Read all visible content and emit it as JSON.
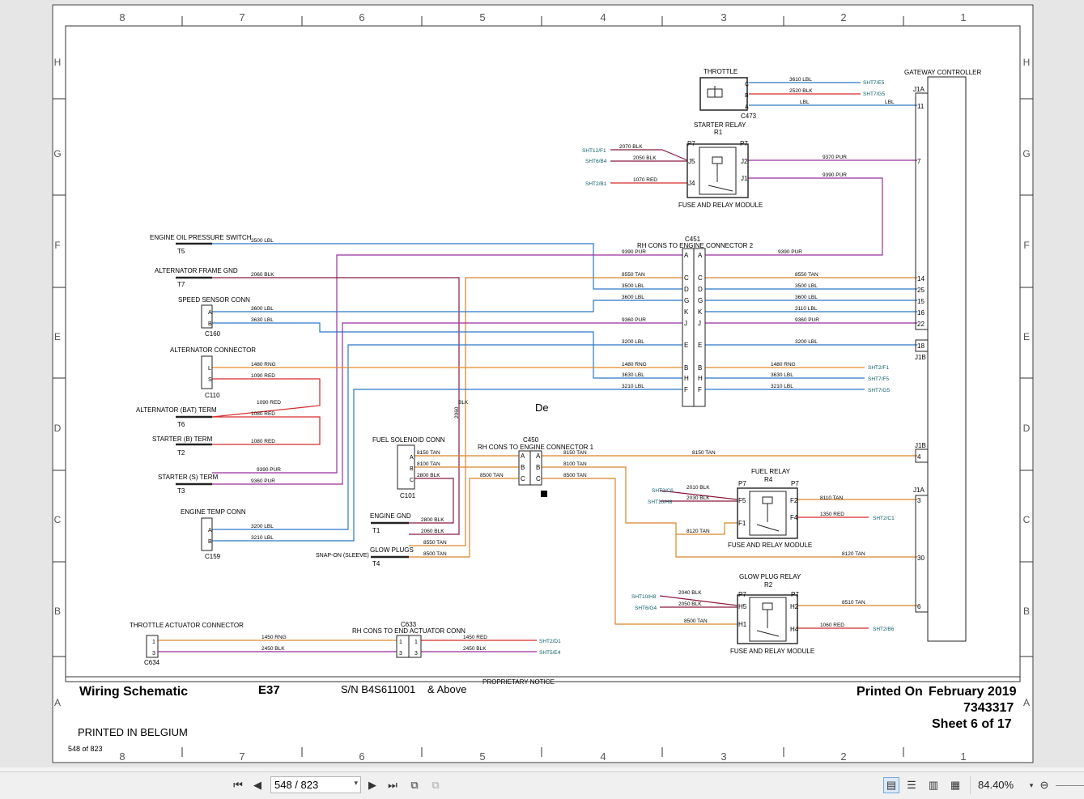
{
  "sheet": {
    "zone_cols": [
      "8",
      "7",
      "6",
      "5",
      "4",
      "3",
      "2",
      "1"
    ],
    "zone_rows": [
      "H",
      "G",
      "F",
      "E",
      "D",
      "C",
      "B",
      "A"
    ],
    "title": "Wiring Schematic",
    "code": "E37",
    "serial": "S/N B4S611001",
    "serial_suffix": "& Above",
    "notice": "PROPRIETARY NOTICE",
    "printed_on_label": "Printed On",
    "printed_on_date": "February 2019",
    "doc_number": "7343317",
    "sheet_label": "Sheet 6 of 17",
    "printed_in": "PRINTED IN BELGIUM",
    "page_count": "548 of 823",
    "stray_text": "De"
  },
  "components": {
    "throttle": {
      "title": "THROTTLE",
      "connector": "C473",
      "pins": [
        "C",
        "B",
        "A"
      ]
    },
    "starter_relay": {
      "title": "STARTER RELAY",
      "ref": "R1",
      "p7a": "P7",
      "p7b": "P7",
      "pins": [
        "J5",
        "J4",
        "J2",
        "J1"
      ],
      "module": "FUSE AND RELAY MODULE"
    },
    "gateway": {
      "title": "GATEWAY CONTROLLER",
      "j1a": "J1A",
      "j1b": "J1B",
      "j1b_lower": "J1B",
      "j1a_lower": "J1A",
      "pins": [
        "11",
        "7",
        "14",
        "25",
        "15",
        "16",
        "22",
        "18",
        "4",
        "3",
        "30",
        "6"
      ]
    },
    "c451": {
      "ref": "C451",
      "title": "RH CONS TO ENGINE CONNECTOR 2",
      "pins": [
        "A",
        "C",
        "D",
        "G",
        "K",
        "J",
        "E",
        "B",
        "H",
        "F"
      ]
    },
    "c450": {
      "ref": "C450",
      "title": "RH CONS TO ENGINE CONNECTOR 1",
      "pins": [
        "A",
        "B",
        "C"
      ]
    },
    "oil_switch": {
      "title": "ENGINE OIL PRESSURE SWITCH",
      "ref": "T5"
    },
    "alt_gnd": {
      "title": "ALTERNATOR FRAME GND",
      "ref": "T7"
    },
    "speed_sensor": {
      "title": "SPEED SENSOR CONN",
      "ref": "C160",
      "pins": [
        "A",
        "B"
      ]
    },
    "alt_conn": {
      "title": "ALTERNATOR CONNECTOR",
      "ref": "C110",
      "pins": [
        "L",
        "S"
      ]
    },
    "alt_bat": {
      "title": "ALTERNATOR (BAT) TERM",
      "ref": "T6"
    },
    "starter_b": {
      "title": "STARTER (B) TERM",
      "ref": "T2"
    },
    "starter_s": {
      "title": "STARTER (S) TERM",
      "ref": "T3"
    },
    "fuel_sol": {
      "title": "FUEL SOLENOID CONN",
      "ref": "C101",
      "pins": [
        "A",
        "B",
        "C"
      ]
    },
    "engine_gnd": {
      "title": "ENGINE GND",
      "ref": "T1"
    },
    "glow_plugs": {
      "title": "GLOW PLUGS",
      "ref": "T4",
      "snap": "SNAP-ON (SLEEVE)"
    },
    "engine_temp": {
      "title": "ENGINE TEMP CONN",
      "ref": "C159",
      "pins": [
        "A",
        "B"
      ]
    },
    "fuel_relay": {
      "title": "FUEL RELAY",
      "ref": "R4",
      "p7a": "P7",
      "p7b": "P7",
      "pins": [
        "F5",
        "F1",
        "F2",
        "F4"
      ],
      "module": "FUSE AND RELAY MODULE"
    },
    "glow_relay": {
      "title": "GLOW PLUG RELAY",
      "ref": "R2",
      "p7a": "P7",
      "p7b": "P7",
      "pins": [
        "H5",
        "H1",
        "H2",
        "H4"
      ],
      "module": "FUSE AND RELAY MODULE"
    },
    "throttle_act": {
      "title": "THROTTLE ACTUATOR CONNECTOR",
      "ref": "C634",
      "pins": [
        "1",
        "3"
      ]
    },
    "c633": {
      "ref": "C633",
      "title": "RH CONS TO END ACTUATOR CONN",
      "pins": [
        "1",
        "3"
      ]
    }
  },
  "wires": {
    "w3610": "3610 LBL",
    "w2520": "2520 BLK",
    "w_lbl": "LBL",
    "w_lbl2": "LBL",
    "w2070": "2070 BLK",
    "w2050a": "2050 BLK",
    "w1070": "1070 RED",
    "w9370": "9370 PUR",
    "w9390a": "9390 PUR",
    "w3500a": "3500 LBL",
    "w9390b": "9390 PUR",
    "w9390c": "9390 PUR",
    "w2060a": "2060 BLK",
    "w8550a": "8550 TAN",
    "w8550b": "8550 TAN",
    "w3500b": "3500 LBL",
    "w3500c": "3500 LBL",
    "w3600a": "3600 LBL",
    "w3600b": "3600 LBL",
    "w3600c": "3600 LBL",
    "w3110": "3110 LBL",
    "w3630a": "3630 LBL",
    "w9360a": "9360 PUR",
    "w9360b": "9360 PUR",
    "w3200a": "3200 LBL",
    "w3200b": "3200 LBL",
    "w1480a": "1480 RNG",
    "w1480b": "1480 RNG",
    "w1480c": "1480 RNG",
    "w1090a": "1090 RED",
    "w3630b": "3630 LBL",
    "w3630c": "3630 LBL",
    "w3210a": "3210 LBL",
    "w3210b": "3210 LBL",
    "w1090b": "1090 RED",
    "w1080a": "1080 RED",
    "w1080b": "1080 RED",
    "w2060v": "2060",
    "w_blk": "BLK",
    "w8150a": "8150 TAN",
    "w8150b": "8150 TAN",
    "w8150c": "8150 TAN",
    "w8100a": "8100 TAN",
    "w8100b": "8100 TAN",
    "w2800a": "2800 BLK",
    "w8500a": "8500 TAN",
    "w8500b": "8500 TAN",
    "w9390d": "9390 PUR",
    "w9360c": "9360 PUR",
    "w2010": "2010 BLK",
    "w2030": "2030 BLK",
    "w8110": "8110 TAN",
    "w1350": "1350 RED",
    "w8120a": "8120 TAN",
    "w8120b": "8120 TAN",
    "w2800b": "2800 BLK",
    "w2060b": "2060 BLK",
    "w8550c": "8550 TAN",
    "w8500c": "8500 TAN",
    "w3200c": "3200 LBL",
    "w3210c": "3210 LBL",
    "w2040": "2040 BLK",
    "w2050b": "2050 BLK",
    "w8500d": "8500 TAN",
    "w8510": "8510 TAN",
    "w1060": "1060 RED",
    "w1450a": "1450 RNG",
    "w2450a": "2450 BLK",
    "w1450b": "1450 RED",
    "w2450b": "2450 BLK"
  },
  "refs": {
    "sht7e5": "SHT7/E5",
    "sht7g5": "SHT7/G5",
    "sht12f1": "SHT12/F1",
    "sht6b4": "SHT6/B4",
    "sht2b1": "SHT2/B1",
    "sht2f1": "SHT2/F1",
    "sht7f5": "SHT7/F5",
    "sht7g5b": "SHT7/G5",
    "sht2c6": "SHT2/C6",
    "sht10h8": "SHT10/H8",
    "sht2c1": "SHT2/C1",
    "sht10h8b": "SHT10/H8",
    "sht6g4": "SHT6/G4",
    "sht2b6": "SHT2/B6",
    "sht2d1": "SHT2/D1",
    "sht5e4": "SHT5/E4"
  },
  "colors": {
    "lbl": "#2b78c7",
    "pur": "#9b2f9e",
    "blk": "#8a1a3c",
    "red": "#d42a2a",
    "tan": "#d9842a",
    "rng": "#e08a2e",
    "ref": "#0d5c6b"
  },
  "toolbar": {
    "first_icon": "first-page",
    "prev_icon": "prev-page",
    "page_value": "548 / 823",
    "next_icon": "next-page",
    "last_icon": "last-page",
    "zoom": "84.40%"
  }
}
